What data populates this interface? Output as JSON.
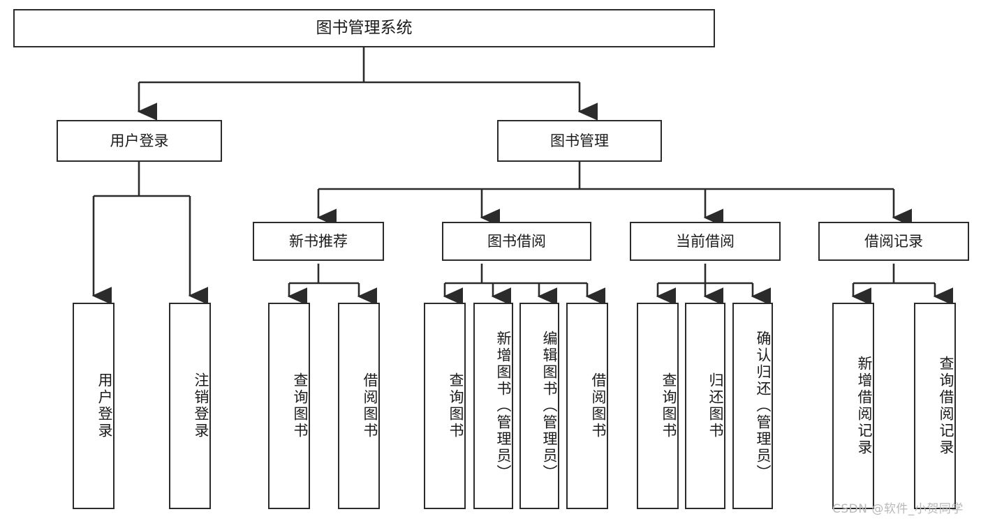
{
  "diagram": {
    "type": "tree-hierarchy",
    "title": "图书管理系统",
    "root": {
      "label": "图书管理系统"
    },
    "level2": [
      {
        "id": "user-login",
        "label": "用户登录"
      },
      {
        "id": "book-management",
        "label": "图书管理"
      }
    ],
    "level3": [
      {
        "id": "new-book-recommend",
        "label": "新书推荐",
        "parent": "book-management"
      },
      {
        "id": "book-borrow",
        "label": "图书借阅",
        "parent": "book-management"
      },
      {
        "id": "current-borrow",
        "label": "当前借阅",
        "parent": "book-management"
      },
      {
        "id": "borrow-record",
        "label": "借阅记录",
        "parent": "book-management"
      }
    ],
    "leaves": [
      {
        "id": "leaf-user-login",
        "label": "用户登录",
        "parent": "user-login"
      },
      {
        "id": "leaf-user-logout",
        "label": "注销登录",
        "parent": "user-login"
      },
      {
        "id": "leaf-query-book-1",
        "label": "查询图书",
        "parent": "new-book-recommend"
      },
      {
        "id": "leaf-borrow-book-1",
        "label": "借阅图书",
        "parent": "new-book-recommend"
      },
      {
        "id": "leaf-query-book-2",
        "label": "查询图书",
        "parent": "book-borrow"
      },
      {
        "id": "leaf-add-book",
        "label": "新增图书（管理员）",
        "parent": "book-borrow"
      },
      {
        "id": "leaf-edit-book",
        "label": "编辑图书（管理员）",
        "parent": "book-borrow"
      },
      {
        "id": "leaf-borrow-book-2",
        "label": "借阅图书",
        "parent": "book-borrow"
      },
      {
        "id": "leaf-query-book-3",
        "label": "查询图书",
        "parent": "current-borrow"
      },
      {
        "id": "leaf-return-book",
        "label": "归还图书",
        "parent": "current-borrow"
      },
      {
        "id": "leaf-confirm-return",
        "label": "确认归还（管理员）",
        "parent": "current-borrow"
      },
      {
        "id": "leaf-add-record",
        "label": "新增借阅记录",
        "parent": "borrow-record"
      },
      {
        "id": "leaf-query-record",
        "label": "查询借阅记录",
        "parent": "borrow-record"
      }
    ]
  },
  "watermark": {
    "text": "CSDN @软件_小贺同学"
  },
  "colors": {
    "stroke": "#2b2b2b",
    "background": "#ffffff",
    "text": "#1b1b1b",
    "watermark": "#b9b9b9"
  }
}
